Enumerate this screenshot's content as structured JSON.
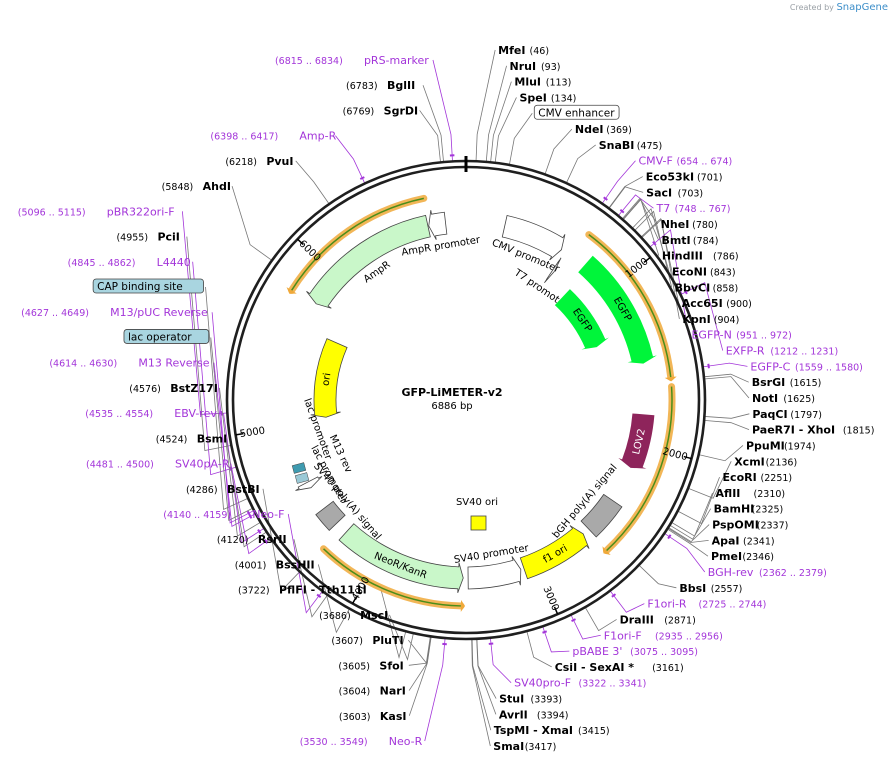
{
  "credit": {
    "created_by": "Created by",
    "brand": "SnapGene"
  },
  "plasmid": {
    "name": "GFP-LiMETER-v2",
    "length_label": "6886 bp",
    "length": 6886
  },
  "colors": {
    "backbone": "#1f1f1f",
    "enzyme_label": "#000000",
    "enzyme_pos": "#000000",
    "primer": "#a335d9",
    "feature_stroke": "#000000",
    "egfp": "#00f53a",
    "amp": "#c9f7c9",
    "neo": "#c9f7c9",
    "ori": "#ffff00",
    "lov2": "#8e245b",
    "polyA": "#a9a9a9",
    "promoter": "#ffffff",
    "orf": "#f0a93a",
    "orf_inner": "#4a8d1a",
    "box_bg_white": "#ffffff",
    "box_bg_teal": "#a9d5e0"
  },
  "ticks": [
    {
      "label": "1000",
      "pos": 1000
    },
    {
      "label": "2000",
      "pos": 2000
    },
    {
      "label": "3000",
      "pos": 3000
    },
    {
      "label": "4000",
      "pos": 4000
    },
    {
      "label": "5000",
      "pos": 5000
    },
    {
      "label": "6000",
      "pos": 6000
    }
  ],
  "features": [
    {
      "name": "CMV promoter",
      "start": 240,
      "end": 620,
      "color": "promoter",
      "dir": 1,
      "label": "CMV promoter"
    },
    {
      "name": "T7 promoter",
      "start": 645,
      "end": 660,
      "color": "promoter",
      "dir": 1,
      "label": "T7 promoter"
    },
    {
      "name": "EGFP outer",
      "start": 790,
      "end": 1500,
      "color": "egfp",
      "dir": 1,
      "label": "EGFP"
    },
    {
      "name": "EGFP inner",
      "start": 825,
      "end": 1300,
      "color": "egfp",
      "dir": 1,
      "label": "EGFP"
    },
    {
      "name": "LOV2",
      "start": 1810,
      "end": 2150,
      "color": "lov2",
      "dir": 1,
      "label": "LOV2"
    },
    {
      "name": "bGH poly(A) signal",
      "start": 2380,
      "end": 2610,
      "color": "polyA",
      "dir": 0,
      "label": "bGH poly(A) signal"
    },
    {
      "name": "f1 ori",
      "start": 2655,
      "end": 3080,
      "color": "ori",
      "dir": -1,
      "label": "f1 ori"
    },
    {
      "name": "SV40 promoter",
      "start": 3100,
      "end": 3430,
      "color": "promoter",
      "dir": -1,
      "label": "SV40 promoter"
    },
    {
      "name": "NeoR/KanR",
      "start": 3460,
      "end": 4250,
      "color": "neo",
      "dir": -1,
      "label": "NeoR/KanR"
    },
    {
      "name": "SV40 poly(A) signal",
      "start": 4330,
      "end": 4450,
      "color": "polyA",
      "dir": 0,
      "label": "SV40 poly(A) signal"
    },
    {
      "name": "lac promoter",
      "start": 4600,
      "end": 4640,
      "color": "promoter",
      "dir": -1,
      "label": "lac promoter"
    },
    {
      "name": "ori",
      "start": 5030,
      "end": 5620,
      "color": "ori",
      "dir": -1,
      "label": "ori"
    },
    {
      "name": "AmpR",
      "start": 5790,
      "end": 6650,
      "color": "amp",
      "dir": -1,
      "label": "AmpR"
    },
    {
      "name": "AmpR promoter",
      "start": 6655,
      "end": 6760,
      "color": "promoter",
      "dir": -1,
      "label": "AmpR promoter"
    }
  ],
  "orfs": [
    {
      "start": 700,
      "end": 1600,
      "dir": 1
    },
    {
      "start": 1650,
      "end": 2620,
      "dir": 1
    },
    {
      "start": 3470,
      "end": 4280,
      "dir": -1
    },
    {
      "start": 5780,
      "end": 6660,
      "dir": -1
    }
  ],
  "center_box": {
    "label": "SV40 ori"
  },
  "inner_labels": [
    {
      "text": "M13 rev"
    },
    {
      "text": "lac promoter"
    }
  ],
  "right_labels": [
    {
      "name": "MfeI",
      "pos_label": "(46)",
      "type": "enzyme",
      "site": 46
    },
    {
      "name": "NruI",
      "pos_label": "(93)",
      "type": "enzyme",
      "site": 93
    },
    {
      "name": "MluI",
      "pos_label": "(113)",
      "type": "enzyme",
      "site": 113
    },
    {
      "name": "SpeI",
      "pos_label": "(134)",
      "type": "enzyme",
      "site": 134
    },
    {
      "name": "CMV enhancer",
      "pos_label": "",
      "type": "box",
      "site": 200
    },
    {
      "name": "NdeI",
      "pos_label": "(369)",
      "type": "enzyme",
      "site": 369
    },
    {
      "name": "SnaBI",
      "pos_label": "(475)",
      "type": "enzyme",
      "site": 475
    },
    {
      "name": "CMV-F",
      "pos_label": "(654 .. 674)",
      "type": "primer",
      "site": 664
    },
    {
      "name": "Eco53kI",
      "pos_label": "(701)",
      "type": "enzyme",
      "site": 701
    },
    {
      "name": "SacI",
      "pos_label": "(703)",
      "type": "enzyme",
      "site": 703
    },
    {
      "name": "T7",
      "pos_label": "(748 .. 767)",
      "type": "primer",
      "site": 757
    },
    {
      "name": "NheI",
      "pos_label": "(780)",
      "type": "enzyme",
      "site": 780
    },
    {
      "name": "BmtI",
      "pos_label": "(784)",
      "type": "enzyme",
      "site": 784
    },
    {
      "name": "HindIII",
      "pos_label": "(786)",
      "type": "enzyme",
      "site": 786
    },
    {
      "name": "EcoNI",
      "pos_label": "(843)",
      "type": "enzyme",
      "site": 843
    },
    {
      "name": "BbvCI",
      "pos_label": "(858)",
      "type": "enzyme",
      "site": 858
    },
    {
      "name": "Acc65I",
      "pos_label": "(900)",
      "type": "enzyme",
      "site": 900
    },
    {
      "name": "KpnI",
      "pos_label": "(904)",
      "type": "enzyme",
      "site": 904
    },
    {
      "name": "EGFP-N",
      "pos_label": "(951 .. 972)",
      "type": "primer",
      "site": 961
    },
    {
      "name": "EXFP-R",
      "pos_label": "(1212 .. 1231)",
      "type": "primer",
      "site": 1221
    },
    {
      "name": "EGFP-C",
      "pos_label": "(1559 .. 1580)",
      "type": "primer",
      "site": 1569
    },
    {
      "name": "BsrGI",
      "pos_label": "(1615)",
      "type": "enzyme",
      "site": 1615
    },
    {
      "name": "NotI",
      "pos_label": "(1625)",
      "type": "enzyme",
      "site": 1625
    },
    {
      "name": "PaqCI",
      "pos_label": "(1797)",
      "type": "enzyme",
      "site": 1797
    },
    {
      "name": "PaeR7I - XhoI",
      "pos_label": "(1815)",
      "type": "enzyme",
      "site": 1815
    },
    {
      "name": "PpuMI",
      "pos_label": "(1974)",
      "type": "enzyme",
      "site": 1974
    },
    {
      "name": "XcmI",
      "pos_label": "(2136)",
      "type": "enzyme",
      "site": 2136
    },
    {
      "name": "EcoRI",
      "pos_label": "(2251)",
      "type": "enzyme",
      "site": 2251
    },
    {
      "name": "AflII",
      "pos_label": "(2310)",
      "type": "enzyme",
      "site": 2310
    },
    {
      "name": "BamHI",
      "pos_label": "(2325)",
      "type": "enzyme",
      "site": 2325
    },
    {
      "name": "PspOMI",
      "pos_label": "(2337)",
      "type": "enzyme",
      "site": 2337
    },
    {
      "name": "ApaI",
      "pos_label": "(2341)",
      "type": "enzyme",
      "site": 2341
    },
    {
      "name": "PmeI",
      "pos_label": "(2346)",
      "type": "enzyme",
      "site": 2346
    },
    {
      "name": "BGH-rev",
      "pos_label": "(2362 .. 2379)",
      "type": "primer",
      "site": 2370
    },
    {
      "name": "BbsI",
      "pos_label": "(2557)",
      "type": "enzyme",
      "site": 2557
    },
    {
      "name": "F1ori-R",
      "pos_label": "(2725 .. 2744)",
      "type": "primer",
      "site": 2734
    },
    {
      "name": "DraIII",
      "pos_label": "(2871)",
      "type": "enzyme",
      "site": 2871
    },
    {
      "name": "F1ori-F",
      "pos_label": "(2935 .. 2956)",
      "type": "primer",
      "site": 2945
    },
    {
      "name": "pBABE 3'",
      "pos_label": "(3075 .. 3095)",
      "type": "primer",
      "site": 3085
    },
    {
      "name": "CsiI - SexAI *",
      "pos_label": "(3161)",
      "type": "enzyme",
      "site": 3161
    },
    {
      "name": "SV40pro-F",
      "pos_label": "(3322 .. 3341)",
      "type": "primer",
      "site": 3331
    },
    {
      "name": "StuI",
      "pos_label": "(3393)",
      "type": "enzyme",
      "site": 3393
    },
    {
      "name": "AvrII",
      "pos_label": "(3394)",
      "type": "enzyme",
      "site": 3394
    },
    {
      "name": "TspMI - XmaI",
      "pos_label": "(3415)",
      "type": "enzyme",
      "site": 3415
    },
    {
      "name": "SmaI",
      "pos_label": "(3417)",
      "type": "enzyme",
      "site": 3417
    }
  ],
  "left_labels": [
    {
      "name": "pRS-marker",
      "pos_label": "(6815 .. 6834)",
      "type": "primer",
      "site": 6824
    },
    {
      "name": "BglII",
      "pos_label": "(6783)",
      "type": "enzyme",
      "site": 6783
    },
    {
      "name": "SgrDI",
      "pos_label": "(6769)",
      "type": "enzyme",
      "site": 6769
    },
    {
      "name": "Amp-R",
      "pos_label": "(6398 .. 6417)",
      "type": "primer",
      "site": 6407
    },
    {
      "name": "PvuI",
      "pos_label": "(6218)",
      "type": "enzyme",
      "site": 6218
    },
    {
      "name": "AhdI",
      "pos_label": "(5848)",
      "type": "enzyme",
      "site": 5848
    },
    {
      "name": "pBR322ori-F",
      "pos_label": "(5096 .. 5115)",
      "type": "primer",
      "site": 5105
    },
    {
      "name": "PciI",
      "pos_label": "(4955)",
      "type": "enzyme",
      "site": 4955
    },
    {
      "name": "L4440",
      "pos_label": "(4845 .. 4862)",
      "type": "primer",
      "site": 4853
    },
    {
      "name": "CAP binding site",
      "pos_label": "",
      "type": "tealbox",
      "site": 4700
    },
    {
      "name": "M13/pUC Reverse",
      "pos_label": "(4627 .. 4649)",
      "type": "primer",
      "site": 4638
    },
    {
      "name": "lac operator",
      "pos_label": "",
      "type": "tealbox",
      "site": 4650
    },
    {
      "name": "M13 Reverse",
      "pos_label": "(4614 .. 4630)",
      "type": "primer",
      "site": 4622
    },
    {
      "name": "BstZ17I",
      "pos_label": "(4576)",
      "type": "enzyme",
      "site": 4576
    },
    {
      "name": "EBV-rev",
      "pos_label": "(4535 .. 4554)",
      "type": "primer",
      "site": 4544
    },
    {
      "name": "BsmI",
      "pos_label": "(4524)",
      "type": "enzyme",
      "site": 4524
    },
    {
      "name": "SV40pA-R",
      "pos_label": "(4481 .. 4500)",
      "type": "primer",
      "site": 4490
    },
    {
      "name": "BstBI",
      "pos_label": "(4286)",
      "type": "enzyme",
      "site": 4286
    },
    {
      "name": "Neo-F",
      "pos_label": "(4140 .. 4159)",
      "type": "primer",
      "site": 4149
    },
    {
      "name": "RsrII",
      "pos_label": "(4120)",
      "type": "enzyme",
      "site": 4120
    },
    {
      "name": "BssHII",
      "pos_label": "(4001)",
      "type": "enzyme",
      "site": 4001
    },
    {
      "name": "PflFI - Tth111I",
      "pos_label": "(3722)",
      "type": "enzyme",
      "site": 3722
    },
    {
      "name": "MscI",
      "pos_label": "(3686)",
      "type": "enzyme",
      "site": 3686
    },
    {
      "name": "PluTI",
      "pos_label": "(3607)",
      "type": "enzyme",
      "site": 3607
    },
    {
      "name": "SfoI",
      "pos_label": "(3605)",
      "type": "enzyme",
      "site": 3605
    },
    {
      "name": "NarI",
      "pos_label": "(3604)",
      "type": "enzyme",
      "site": 3604
    },
    {
      "name": "KasI",
      "pos_label": "(3603)",
      "type": "enzyme",
      "site": 3603
    },
    {
      "name": "Neo-R",
      "pos_label": "(3530 .. 3549)",
      "type": "primer",
      "site": 3539
    }
  ]
}
